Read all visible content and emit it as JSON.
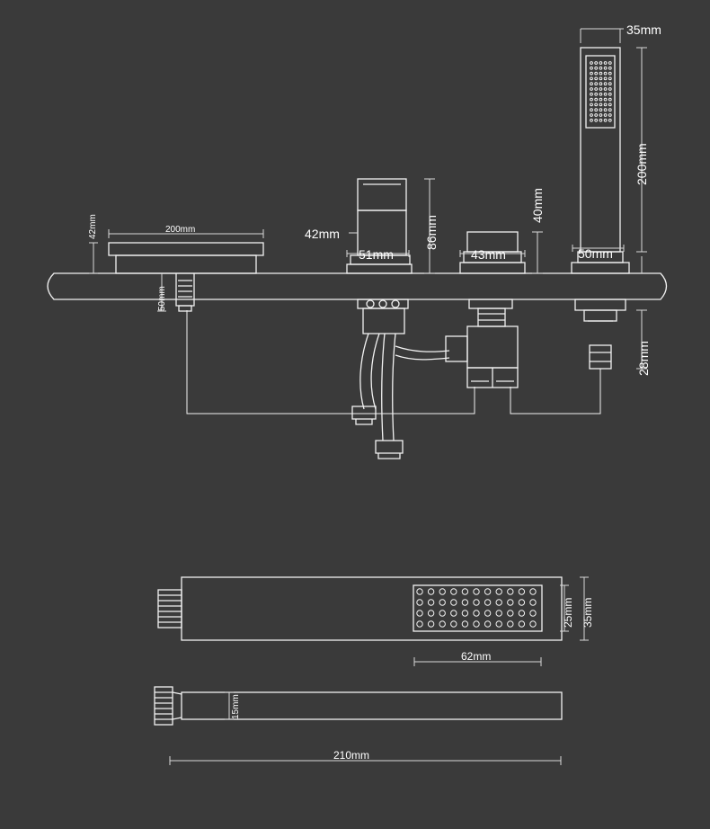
{
  "colors": {
    "background": "#3a3a3a",
    "line": "#f2f2f2",
    "text": "#ffffff"
  },
  "labels": {
    "shower_width": "35mm",
    "shower_height": "200mm",
    "shower_base": "50mm",
    "shower_below": "28mm",
    "spout_width": "200mm",
    "spout_height": "42mm",
    "spout_below": "50mm",
    "mixer_depth": "42mm",
    "mixer_base": "51mm",
    "mixer_height": "86mm",
    "valve_base": "43mm",
    "valve_height": "40mm",
    "head_width": "35mm",
    "head_face": "25mm",
    "face_length": "62mm",
    "handle_width": "15mm",
    "total_length": "210mm"
  }
}
